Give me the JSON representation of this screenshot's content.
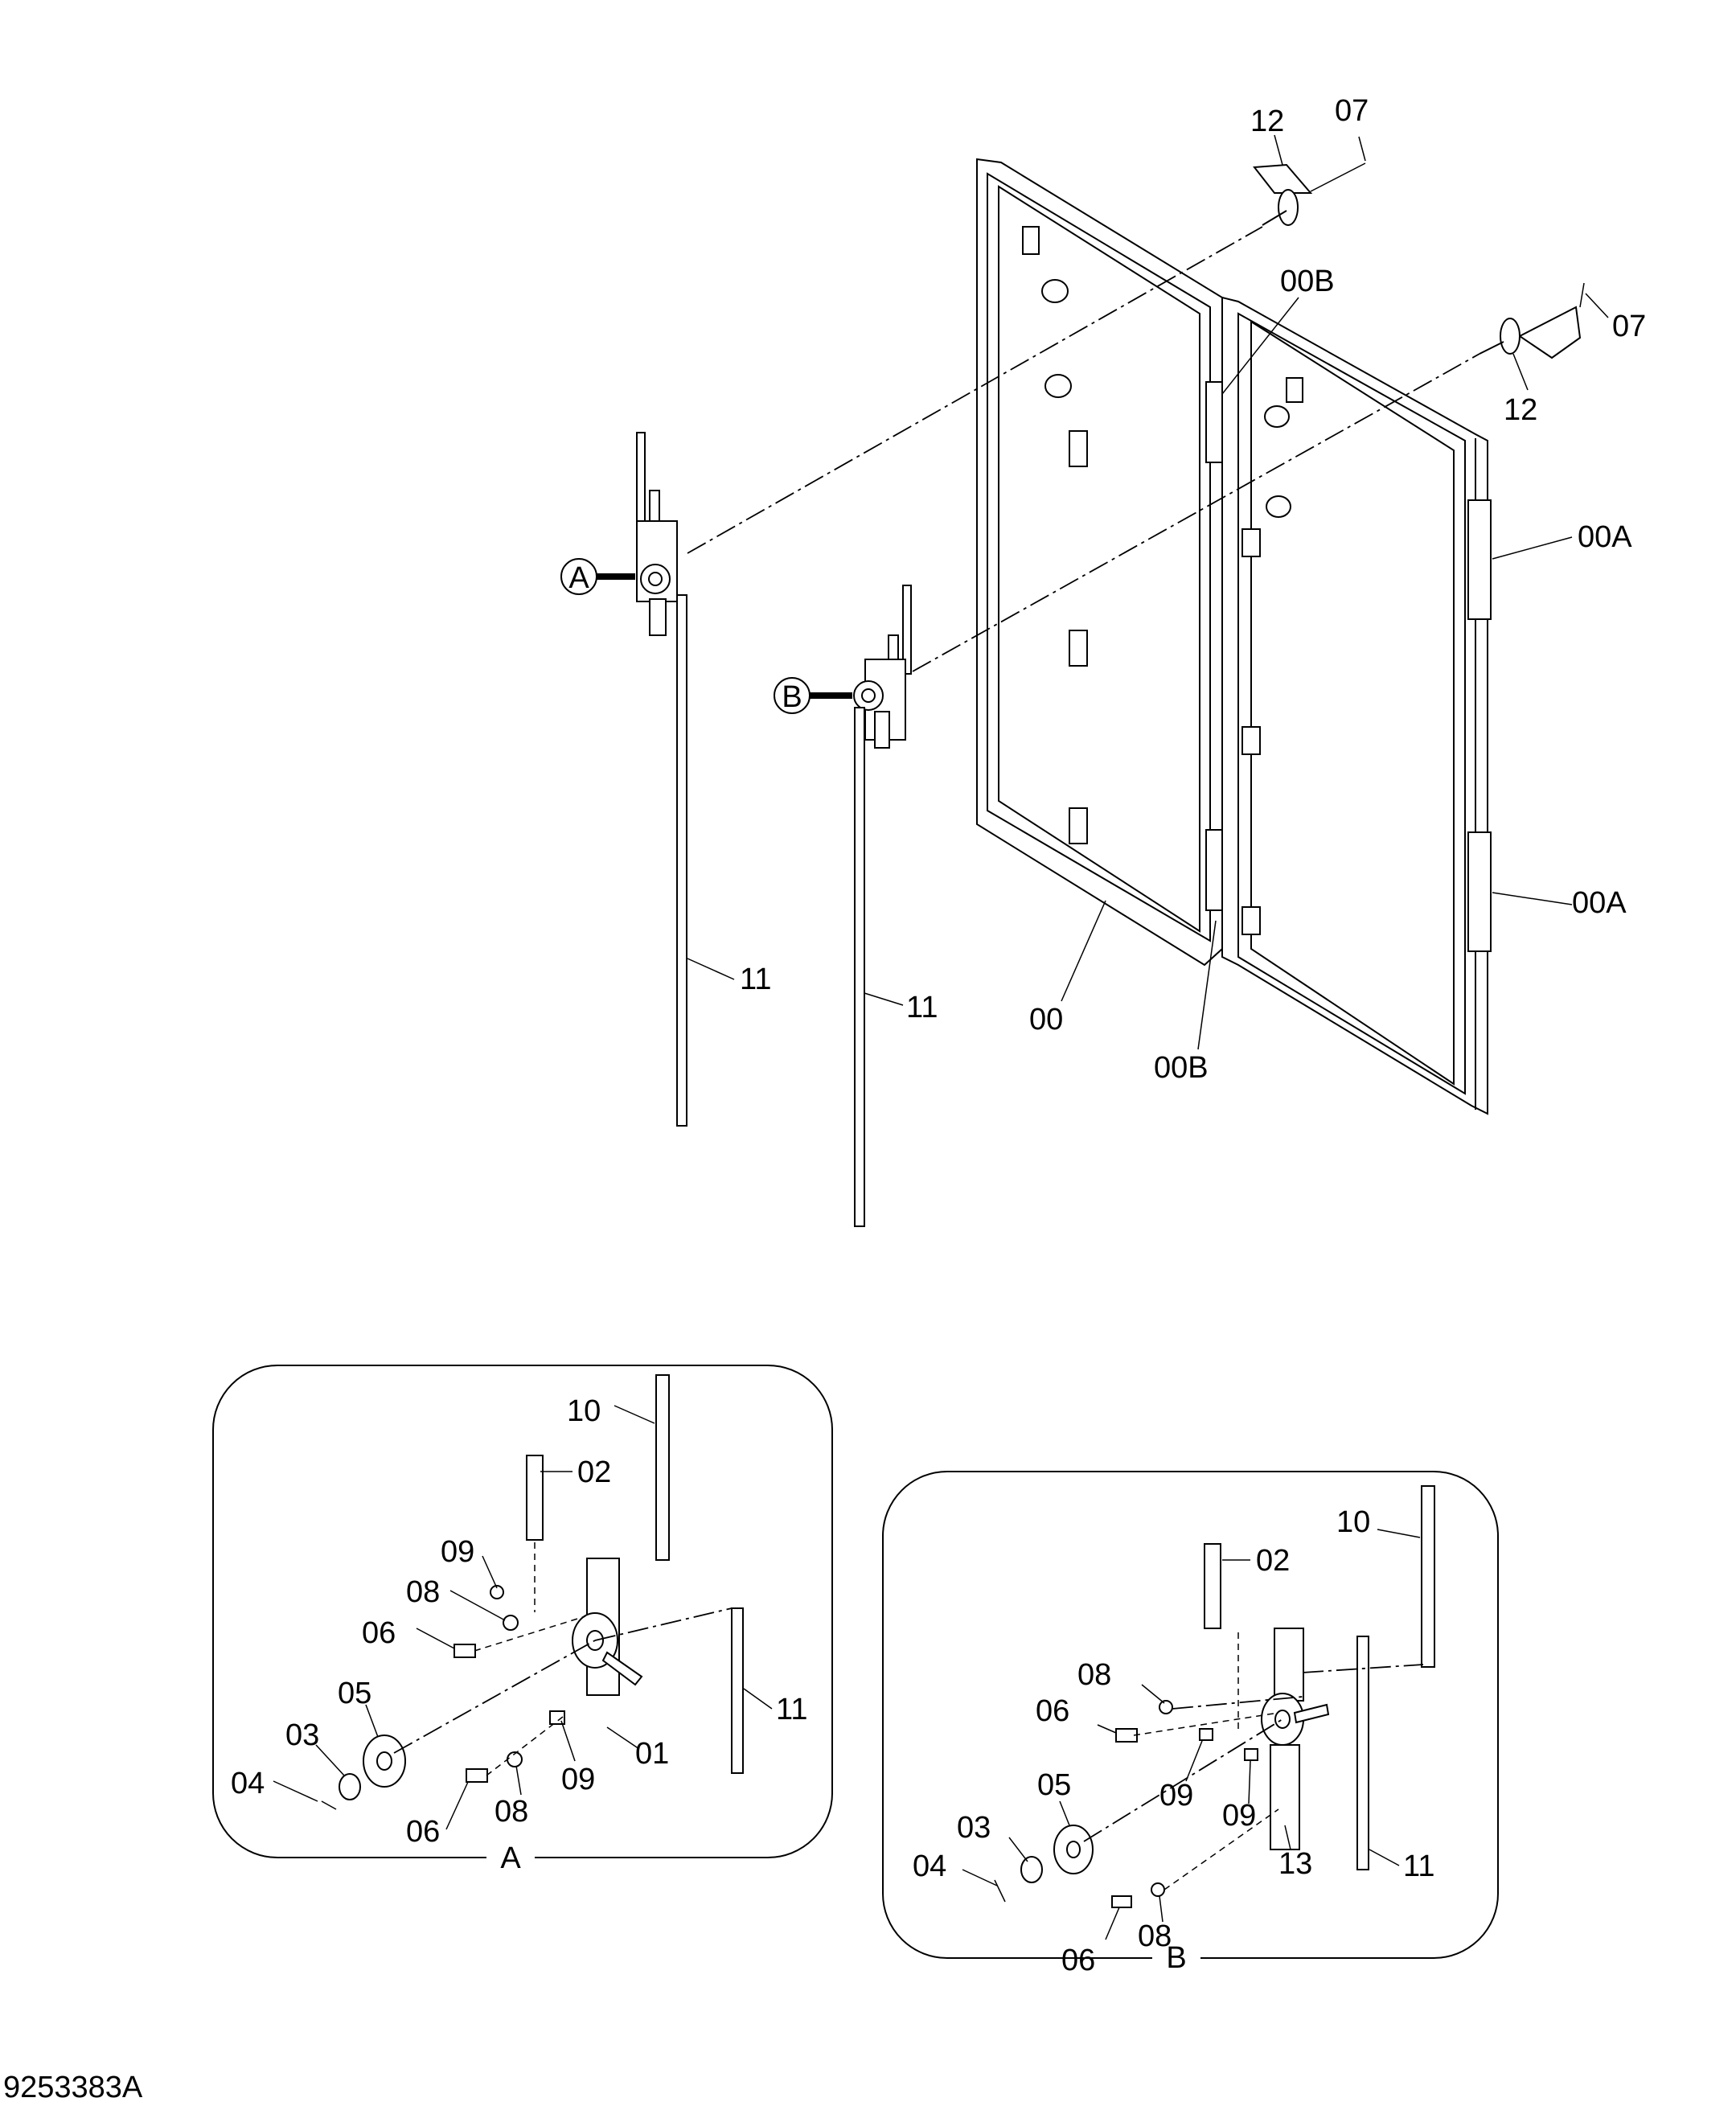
{
  "figure_number": "9253383A",
  "callouts": {
    "A": "A",
    "B": "B"
  },
  "labels": {
    "p12_top": "12",
    "p07_top": "07",
    "p00B_top": "00B",
    "p07_right": "07",
    "p12_right": "12",
    "p00A_top": "00A",
    "p00A_bottom": "00A",
    "p11_left": "11",
    "p11_mid": "11",
    "p00": "00",
    "p00B_bottom": "00B"
  },
  "detail_a": {
    "caption": "A",
    "labels": {
      "p10": "10",
      "p02": "02",
      "p09_top": "09",
      "p08_top": "08",
      "p06_top": "06",
      "p05": "05",
      "p03": "03",
      "p04": "04",
      "p11": "11",
      "p01": "01",
      "p09_bottom": "09",
      "p08_bottom": "08",
      "p06_bottom": "06"
    }
  },
  "detail_b": {
    "caption": "B",
    "labels": {
      "p10": "10",
      "p02": "02",
      "p08_top": "08",
      "p06_top": "06",
      "p05": "05",
      "p03": "03",
      "p04": "04",
      "p09_top": "09",
      "p09_bottom": "09",
      "p13": "13",
      "p11": "11",
      "p08_bottom": "08",
      "p06_bottom": "06"
    }
  }
}
